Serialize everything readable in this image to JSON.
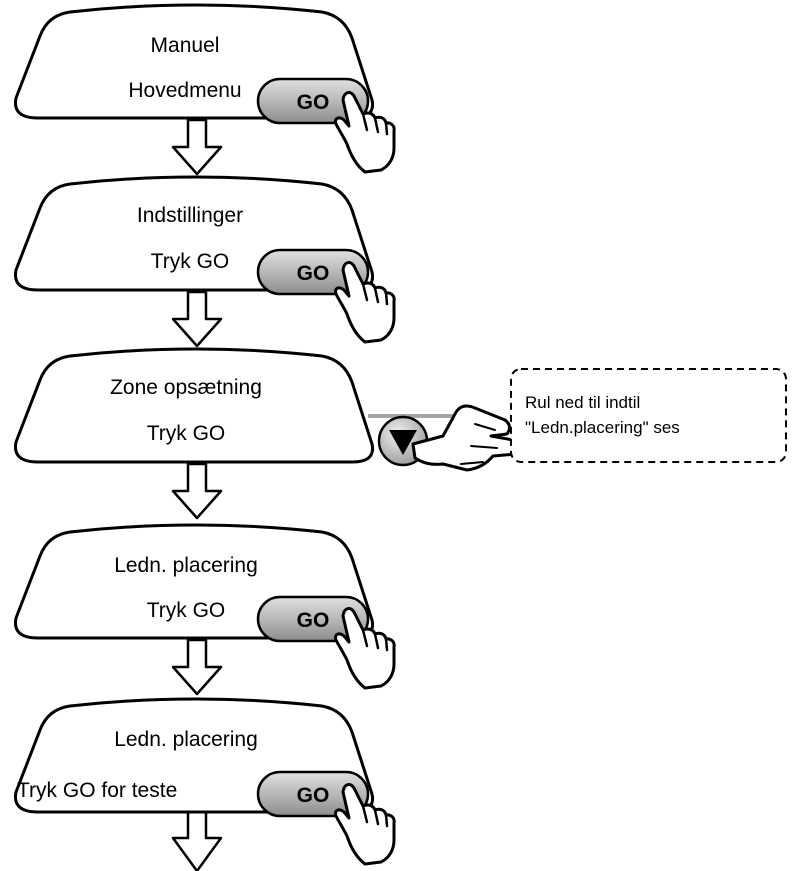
{
  "steps": [
    {
      "line1": "Manuel",
      "line2": "Hovedmenu",
      "button": "GO"
    },
    {
      "line1": "Indstillinger",
      "line2": "Tryk GO",
      "button": "GO"
    },
    {
      "line1": "Zone opsætning",
      "line2": "Tryk GO",
      "button": ""
    },
    {
      "line1": "Ledn. placering",
      "line2": "Tryk GO",
      "button": "GO"
    },
    {
      "line1": "Ledn. placering",
      "line2": "Tryk GO for teste",
      "button": "GO"
    }
  ],
  "scroll_note": {
    "line1": "Rul ned til indtil",
    "line2": "\"Ledn.placering\" ses",
    "button_icon": "down-triangle-icon"
  },
  "colors": {
    "button_fill": "#b3b3b3",
    "outline": "#000000",
    "connector": "#a6a6a6"
  }
}
